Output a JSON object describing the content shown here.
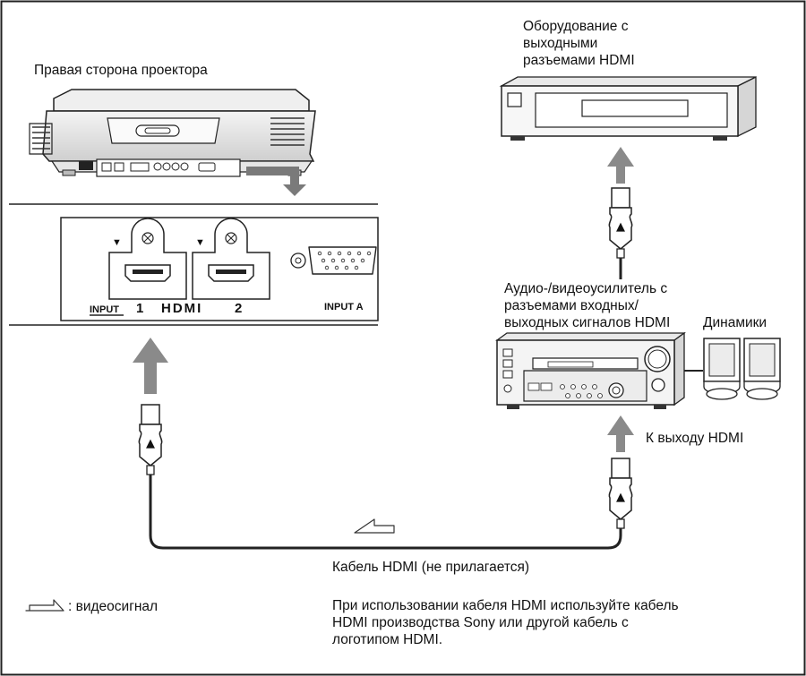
{
  "labels": {
    "projector_side": "Правая сторона проектора",
    "hdmi_source_line1": "Оборудование с",
    "hdmi_source_line2": "выходными",
    "hdmi_source_line3": "разъемами HDMI",
    "av_amp_line1": "Аудио-/видеоусилитель с",
    "av_amp_line2": "разъемами входных/",
    "av_amp_line3": "выходных сигналов HDMI",
    "speakers": "Динамики",
    "to_hdmi_out": "К выходу HDMI",
    "cable": "Кабель HDMI (не прилагается)",
    "legend": ": видеосигнал",
    "note_line1": "При использовании кабеля HDMI используйте кабель",
    "note_line2": "HDMI производства Sony или другой кабель с",
    "note_line3": "логотипом HDMI."
  },
  "panel": {
    "input": "INPUT",
    "port1": "1",
    "port2": "2",
    "hdmi_logo": "HDMI",
    "input_a": "INPUT A"
  },
  "connector_mark": "▲",
  "port_mark": "▼"
}
